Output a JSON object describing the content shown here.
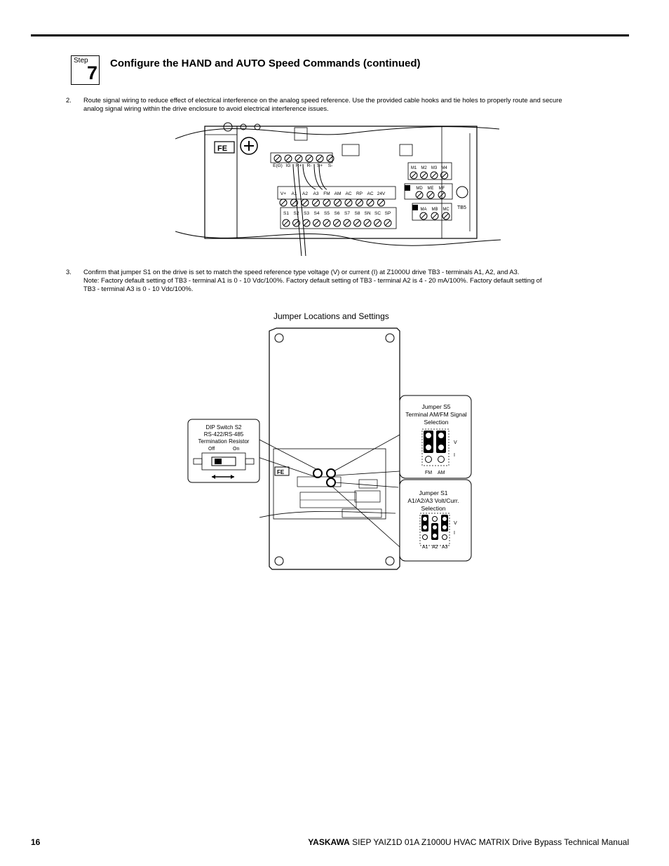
{
  "step": {
    "word": "Step",
    "number": "7"
  },
  "heading": "Configure the HAND and AUTO Speed Commands (continued)",
  "paragraphs": {
    "p2": {
      "num": "2.",
      "line1": "Route signal wiring to reduce effect of electrical interference on the analog speed reference. Use the provided cable hooks and tie holes to properly route and secure",
      "line2": "analog signal wiring within the drive enclosure to avoid electrical interference issues."
    },
    "p3": {
      "num": "3.",
      "line1": "Confirm that jumper S1 on the drive is set to match the speed reference type voltage (V) or current (I) at Z1000U drive TB3 - terminals A1, A2, and A3.",
      "line2": "Note: Factory default setting of TB3 - terminal A1 is 0 - 10 Vdc/100%. Factory default setting of TB3 - terminal A2 is 4 - 20 mA/100%. Factory default setting of",
      "line3": "TB3 - terminal A3 is 0 - 10 Vdc/100%."
    }
  },
  "figure1": {
    "fe": "FE",
    "comm_terms": [
      "E(G)",
      "IG",
      "R+",
      "R-",
      "S+",
      "S-"
    ],
    "analog_terms": [
      "V+",
      "A1",
      "A2",
      "A3",
      "FM",
      "AM",
      "AC",
      "RP",
      "AC",
      "24V"
    ],
    "input_terms": [
      "S1",
      "S2",
      "S3",
      "S4",
      "S5",
      "S6",
      "S7",
      "S8",
      "SN",
      "SC",
      "SP"
    ],
    "multi_terms": [
      "M1",
      "M2",
      "M3",
      "M4"
    ],
    "relay1_terms": [
      "MD",
      "ME",
      "MF"
    ],
    "relay2_terms": [
      "MA",
      "MB",
      "MC"
    ],
    "tb5": "TB5"
  },
  "figure2": {
    "title": "Jumper Locations and Settings",
    "dip": {
      "line1": "DIP Switch S2",
      "line2": "RS-422/RS-485",
      "line3": "Termination Resistor",
      "off": "Off",
      "on": "On"
    },
    "s5": {
      "line1": "Jumper S5",
      "line2": "Terminal AM/FM Signal",
      "line3": "Selection",
      "v": "V",
      "i": "I",
      "fm": "FM",
      "am": "AM"
    },
    "s1": {
      "line1": "Jumper S1",
      "line2": "A1/A2/A3 Volt/Curr.",
      "line3": "Selection",
      "v": "V",
      "i": "I",
      "a1": "A1",
      "a2": "A2",
      "a3": "A3"
    },
    "fe": "FE"
  },
  "footer": {
    "page": "16",
    "brand": "YASKAWA",
    "title": " SIEP YAIZ1D 01A Z1000U HVAC MATRIX Drive Bypass Technical Manual"
  }
}
